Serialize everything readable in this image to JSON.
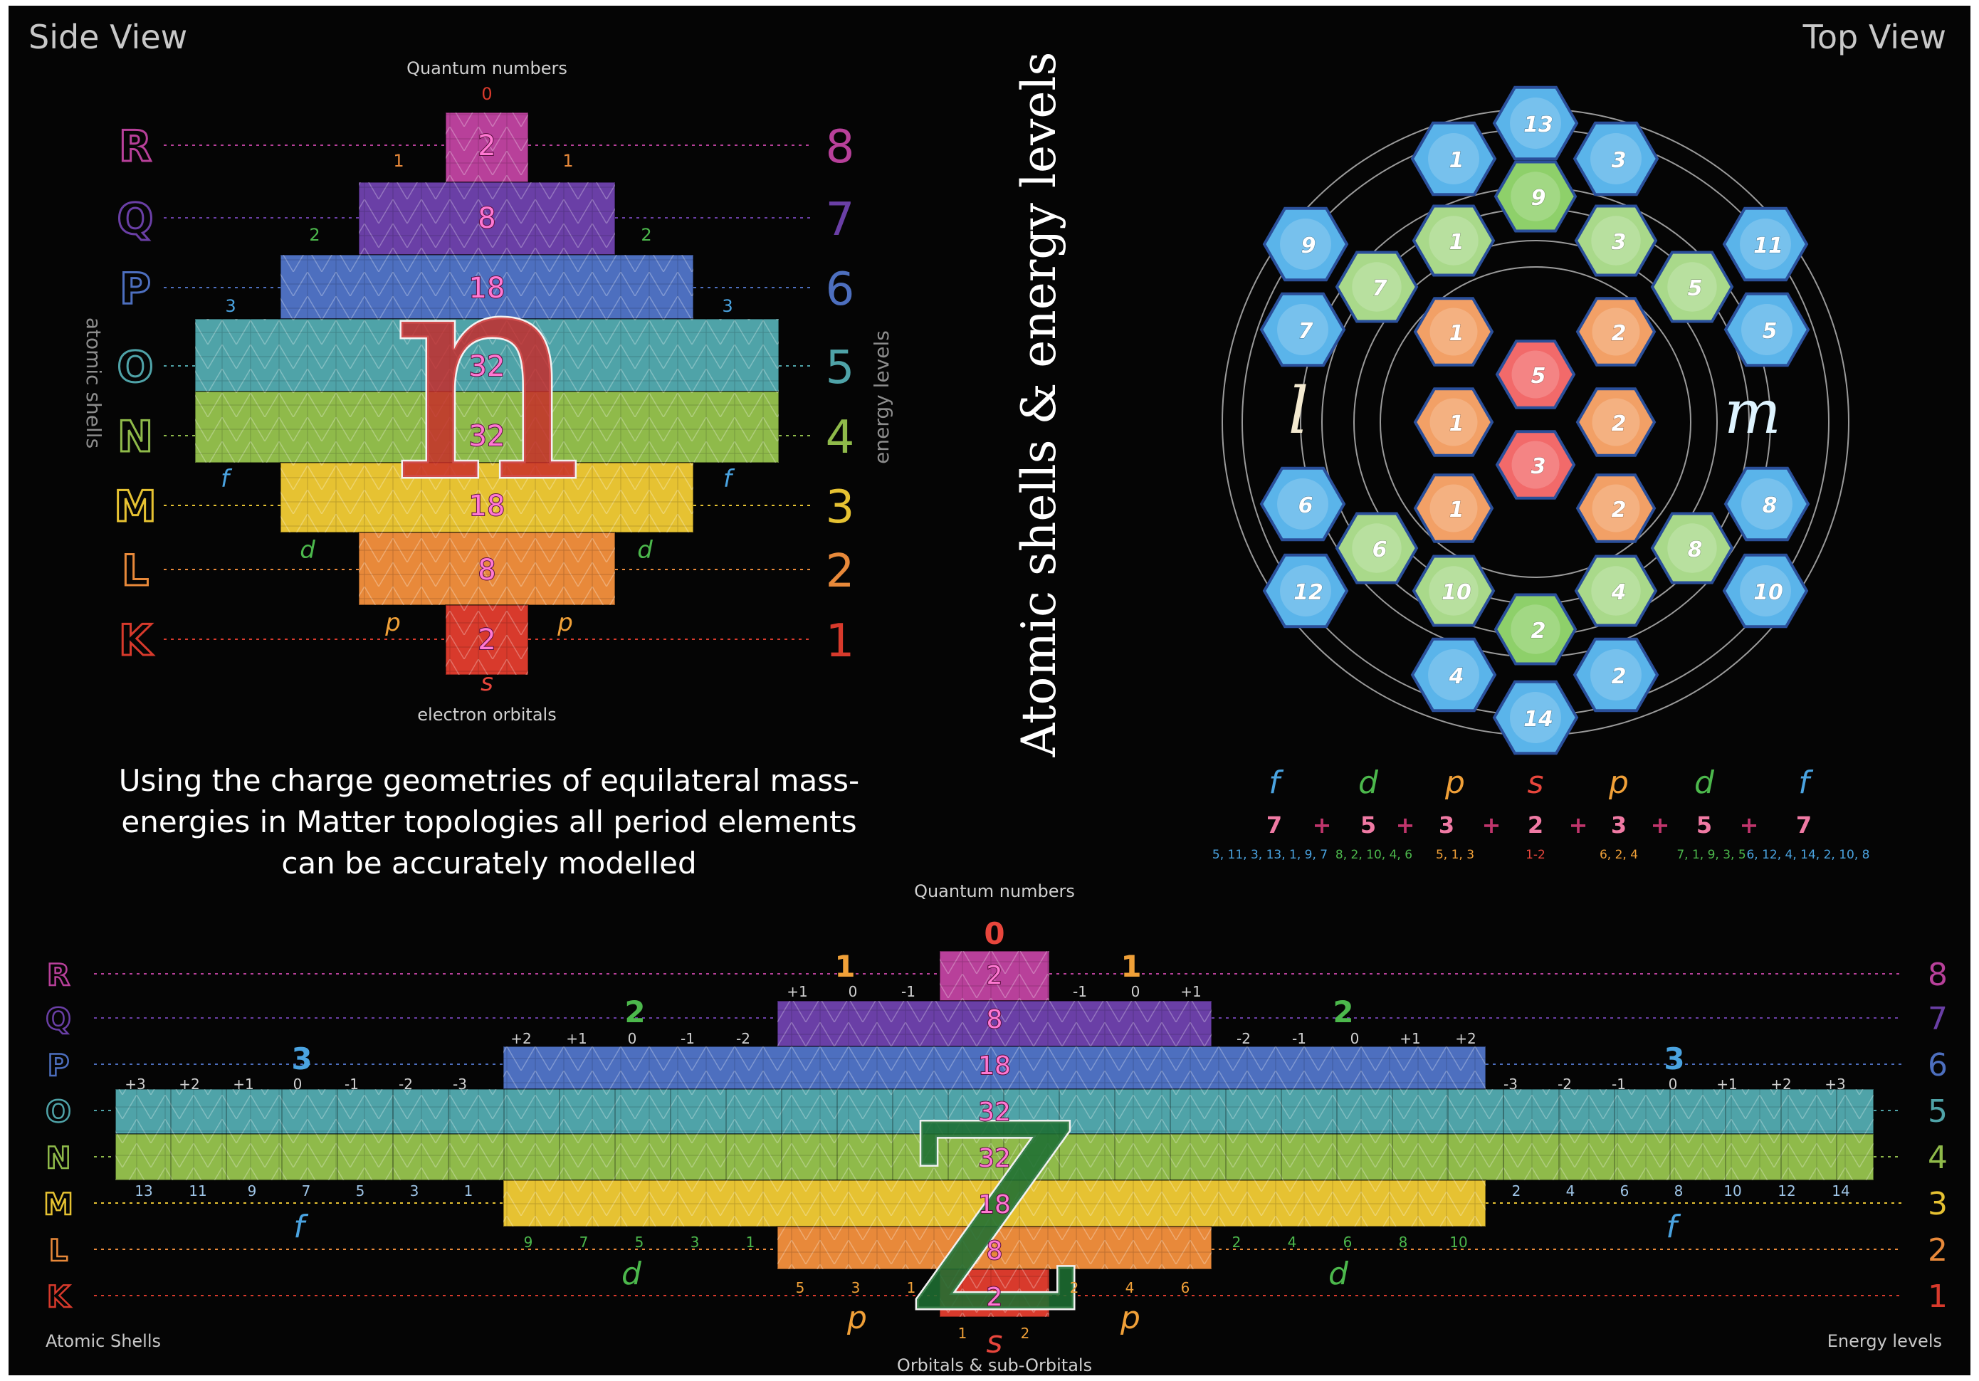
{
  "headers": {
    "side_view": "Side View",
    "top_view": "Top View",
    "main_title": "Atomic shells & energy levels"
  },
  "side": {
    "quantum_label": "Quantum numbers",
    "bottom_label": "electron orbitals",
    "left_axis_label": "atomic shells",
    "right_axis_label": "energy levels",
    "big_letter": "n",
    "shell_letters": [
      "R",
      "Q",
      "P",
      "O",
      "N",
      "M",
      "L",
      "K"
    ],
    "levels": [
      "8",
      "7",
      "6",
      "5",
      "4",
      "3",
      "2",
      "1"
    ],
    "capacities": [
      "2",
      "8",
      "18",
      "32",
      "32",
      "18",
      "8",
      "2"
    ],
    "quantum_top": [
      "0",
      "1",
      "1",
      "2",
      "2",
      "3",
      "3"
    ],
    "orbitals": [
      "s",
      "p",
      "p",
      "d",
      "d",
      "f",
      "f"
    ]
  },
  "caption": "Using the charge geometries of equilateral mass-energies in Matter topologies all period elements can be accurately modelled",
  "top": {
    "l_label": "l",
    "m_label": "m",
    "legend_letters": [
      "f",
      "d",
      "p",
      "s",
      "p",
      "d",
      "f"
    ],
    "legend_sums": [
      "7",
      "+",
      "5",
      "+",
      "3",
      "+",
      "2",
      "+",
      "3",
      "+",
      "5",
      "+",
      "7"
    ],
    "legend_lists": [
      "5, 11, 3, 13, 1, 9, 7",
      "8, 2, 10, 4, 6",
      "5, 1, 3",
      "1-2",
      "6, 2, 4",
      "7, 1, 9, 3, 5",
      "6, 12, 4, 14, 2, 10, 8"
    ],
    "hex_numbers": [
      "13",
      "1",
      "3",
      "9",
      "11",
      "7",
      "5",
      "6",
      "8",
      "12",
      "10",
      "4",
      "2",
      "14",
      "9",
      "1",
      "3",
      "7",
      "5",
      "6",
      "8",
      "10",
      "4",
      "2",
      "1",
      "2",
      "1",
      "2",
      "1",
      "2",
      "5",
      "3"
    ]
  },
  "main": {
    "quantum_label": "Quantum numbers",
    "bottom_label": "Orbitals & sub-Orbitals",
    "left_label": "Atomic Shells",
    "right_label": "Energy levels",
    "big_letter": "Z",
    "shell_letters": [
      "R",
      "Q",
      "P",
      "O",
      "N",
      "M",
      "L",
      "K"
    ],
    "levels": [
      "8",
      "7",
      "6",
      "5",
      "4",
      "3",
      "2",
      "1"
    ],
    "capacities": [
      "2",
      "8",
      "18",
      "32",
      "32",
      "18",
      "8",
      "2"
    ],
    "quantum_big": [
      "0",
      "1",
      "1",
      "2",
      "2",
      "3",
      "3"
    ],
    "m_left_f": [
      "+3",
      "+2",
      "+1",
      "0",
      "-1",
      "-2",
      "-3"
    ],
    "m_right_f": [
      "-3",
      "-2",
      "-1",
      "0",
      "+1",
      "+2",
      "+3"
    ],
    "m_left_d": [
      "+2",
      "+1",
      "0",
      "-1",
      "-2"
    ],
    "m_right_d": [
      "-2",
      "-1",
      "0",
      "+1",
      "+2"
    ],
    "m_left_p": [
      "+1",
      "0",
      "-1"
    ],
    "m_right_p": [
      "-1",
      "0",
      "+1"
    ],
    "odd_f": [
      "13",
      "11",
      "9",
      "7",
      "5",
      "3",
      "1"
    ],
    "even_f": [
      "2",
      "4",
      "6",
      "8",
      "10",
      "12",
      "14"
    ],
    "odd_d": [
      "9",
      "7",
      "5",
      "3",
      "1"
    ],
    "even_d": [
      "2",
      "4",
      "6",
      "8",
      "10"
    ],
    "odd_p": [
      "5",
      "3",
      "1"
    ],
    "even_p": [
      "2",
      "4",
      "6"
    ],
    "s_numbers": [
      "1",
      "2"
    ],
    "orbitals": [
      "s",
      "p",
      "p",
      "d",
      "d",
      "f",
      "f"
    ]
  },
  "colors": {
    "background": "#050505",
    "R": "#b8409a",
    "Q": "#6a3fa6",
    "P": "#4d6fbf",
    "O": "#4fa3a8",
    "N": "#8fba4a",
    "M": "#e6c232",
    "L": "#e8893a",
    "K": "#d83a2c",
    "capacity_text": "#ff78d2",
    "s_label": "#e8463c",
    "p_label": "#f0a038",
    "d_label": "#4cb84c",
    "f_label": "#4aa3e0"
  }
}
